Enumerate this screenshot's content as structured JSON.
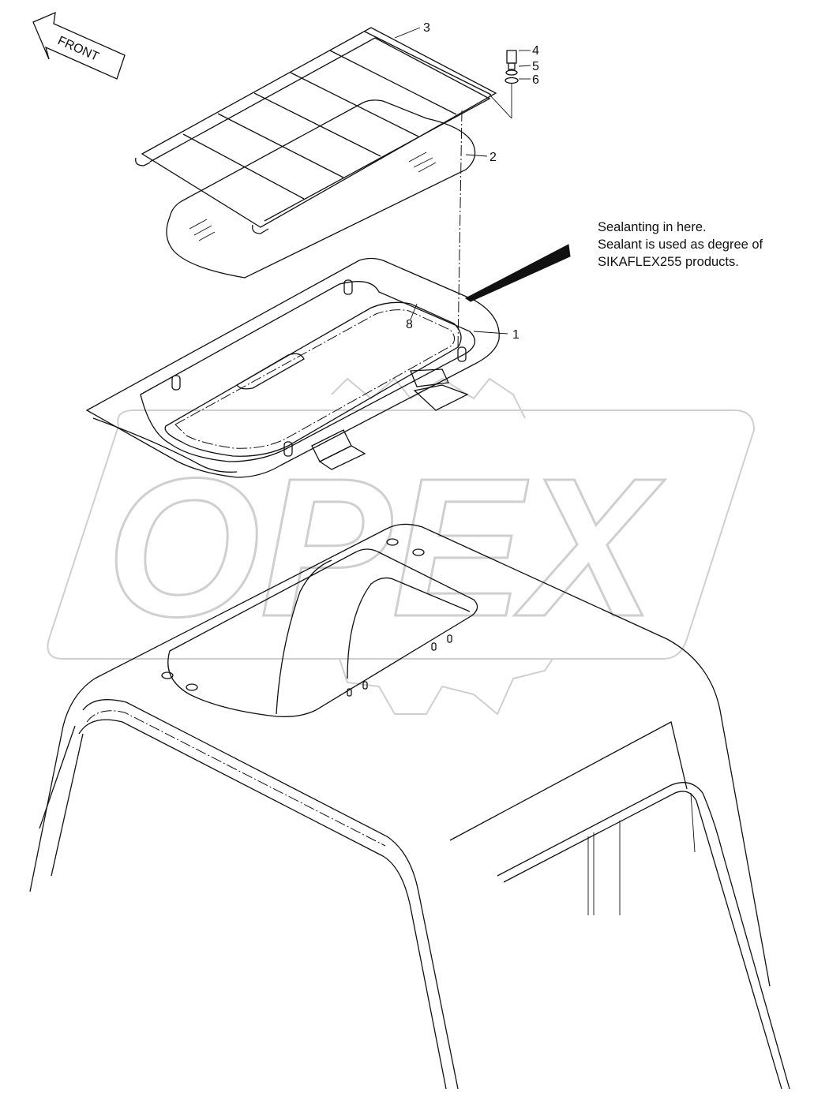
{
  "diagram": {
    "front_arrow_label": "FRONT",
    "note_lines": [
      "Sealanting in here.",
      "Sealant is used as degree of",
      "SIKAFLEX255 products."
    ],
    "watermark_text": "OPEX",
    "callouts": {
      "c1": "1",
      "c2": "2",
      "c3": "3",
      "c4": "4",
      "c5": "5",
      "c6": "6",
      "c8": "8"
    }
  }
}
